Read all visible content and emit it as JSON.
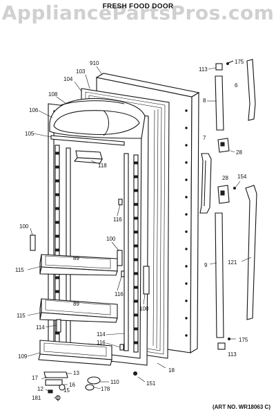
{
  "title": "FRESH FOOD DOOR",
  "watermark": "AppliancePartsPros.com",
  "art_number": "(ART NO. WR18063 C)",
  "callouts": {
    "c910": "910",
    "c103": "103",
    "c104": "104",
    "c108a": "108",
    "c106": "106",
    "c105": "105",
    "c118": "118",
    "c116a": "116",
    "c100a": "100",
    "c100b": "100",
    "c89a": "89",
    "c115a": "115",
    "c116b": "116",
    "c108b": "108",
    "c89b": "89",
    "c115b": "115",
    "c114a": "114",
    "c114b": "114",
    "c116c": "116",
    "c109": "109",
    "c18": "18",
    "c17": "17",
    "c13": "13",
    "c16": "16",
    "c12": "12",
    "c15": "15",
    "c181": "181",
    "c110": "110",
    "c178": "178",
    "c151": "151",
    "c113a": "113",
    "c175a": "175",
    "c6": "6",
    "c8": "8",
    "c7": "7",
    "c28a": "28",
    "c28b": "28",
    "c154": "154",
    "c9": "9",
    "c121": "121",
    "c175b": "175",
    "c113b": "113"
  }
}
